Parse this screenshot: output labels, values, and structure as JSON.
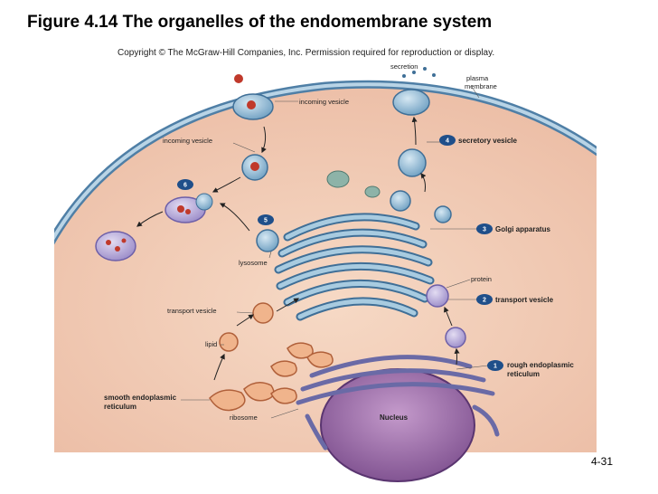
{
  "title": "Figure 4.14 The organelles of the endomembrane system",
  "copyright": "Copyright © The McGraw-Hill Companies, Inc. Permission required for reproduction or display.",
  "slide_number": "4-31",
  "labels": {
    "secretion": "secretion",
    "plasma_membrane_1": "plasma",
    "plasma_membrane_2": "membrane",
    "incoming_vesicle_top": "incoming vesicle",
    "incoming_vesicle_left": "incoming vesicle",
    "secretory_vesicle": "secretory vesicle",
    "golgi_apparatus": "Golgi apparatus",
    "lysosome": "lysosome",
    "protein": "protein",
    "transport_vesicle_right": "transport vesicle",
    "transport_vesicle_left": "transport vesicle",
    "lipid": "lipid",
    "rough_er_1": "rough endoplasmic",
    "rough_er_2": "reticulum",
    "smooth_er_1": "smooth endoplasmic",
    "smooth_er_2": "reticulum",
    "ribosome": "ribosome",
    "nucleus": "Nucleus"
  },
  "steps": {
    "s1": "1",
    "s2": "2",
    "s3": "3",
    "s4": "4",
    "s5": "5",
    "s6": "6"
  },
  "colors": {
    "cytoplasm": "#f1c9b3",
    "membrane": "#5d8fb3",
    "vesicle": "#7aa9c8",
    "step_badge": "#1f4f8a",
    "nucleus": "#9a6aa8",
    "er_rough": "#6f6fa8",
    "er_smooth": "#d98a5a"
  }
}
